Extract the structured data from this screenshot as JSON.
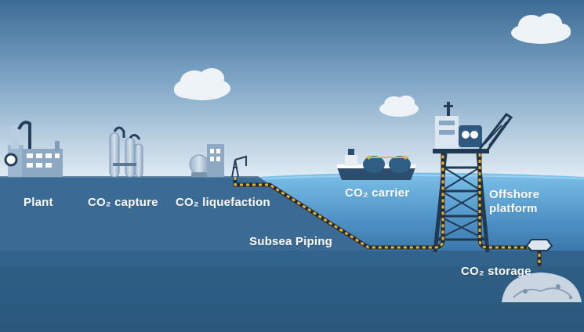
{
  "diagram": {
    "labels": {
      "plant": "Plant",
      "capture": "CO₂ capture",
      "liquefaction": "CO₂ liquefaction",
      "carrier": "CO₂ carrier",
      "offshore_line1": "Offshore",
      "offshore_line2": "platform",
      "subsea": "Subsea Piping",
      "storage": "CO₂ storage"
    },
    "colors": {
      "sky_top": "#3b6a94",
      "sky_bottom": "#dbe7f1",
      "land": "#3a6a94",
      "sea_surface": "#5fa3d4",
      "deep": "#2d5f88",
      "pipe_dark": "#2b2b2b",
      "pipe_accent": "#e8b63a",
      "structure": "#1f3a55"
    }
  }
}
